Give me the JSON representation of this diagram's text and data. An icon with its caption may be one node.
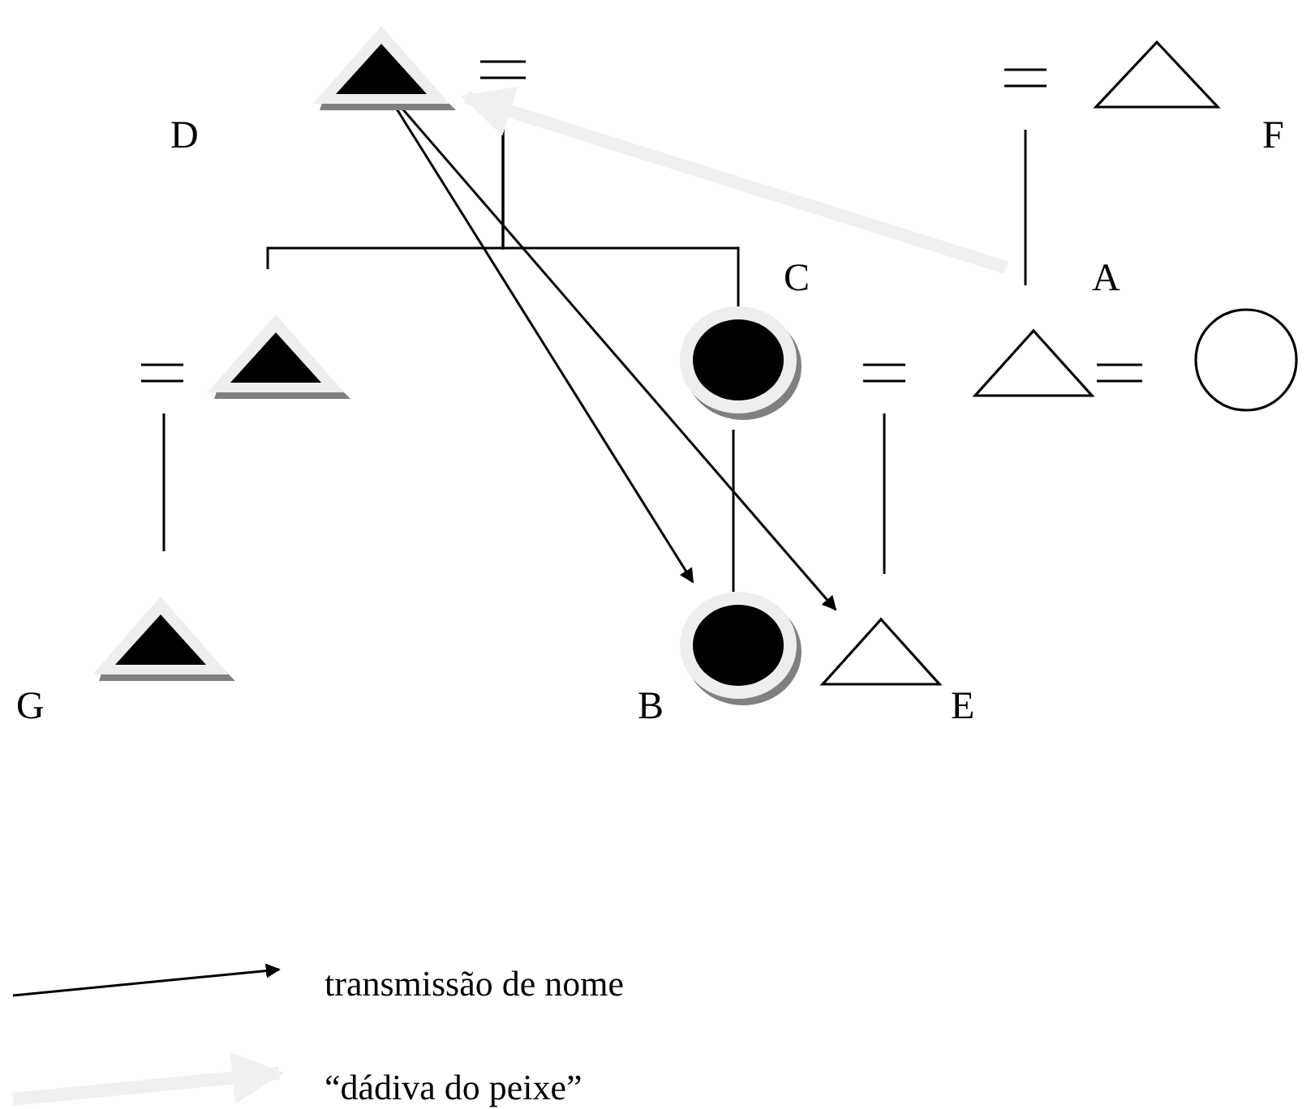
{
  "diagram": {
    "nodes": [
      {
        "text": [],
        "shape": "filled-triangle",
        "beside": [
          "D"
        ]
      },
      {
        "text": [],
        "shape": "triangle",
        "beside": [
          "F"
        ]
      },
      {
        "text": [],
        "shape": "filled-triangle"
      },
      {
        "text": [],
        "shape": "filled-circle",
        "beside": [
          "C"
        ]
      },
      {
        "text": [],
        "shape": "triangle",
        "beside": [
          "A"
        ]
      },
      {
        "text": [],
        "shape": "circle"
      },
      {
        "text": [],
        "shape": "filled-triangle",
        "beside": [
          "G"
        ]
      },
      {
        "text": [],
        "shape": "filled-circle",
        "beside": [
          "B"
        ]
      },
      {
        "text": [],
        "shape": "triangle",
        "beside": [
          "E"
        ]
      }
    ],
    "edges": [
      {
        "from": 0,
        "to": 2,
        "arrow": "none"
      },
      {
        "from": 0,
        "to": 3,
        "arrow": "none"
      },
      {
        "from": 1,
        "to": 4,
        "arrow": "none"
      },
      {
        "from": 2,
        "to": 6,
        "arrow": "none"
      },
      {
        "from": 3,
        "to": 7,
        "arrow": "none"
      },
      {
        "from": 3,
        "to": 8,
        "arrow": "none"
      },
      {
        "from": 0,
        "to": 7,
        "arrow": "to"
      },
      {
        "from": 0,
        "to": 8,
        "arrow": "to"
      },
      {
        "from": 4,
        "to": 0,
        "arrow": "to",
        "style": "thick",
        "color": "#f0f0f0"
      }
    ],
    "legend": [
      {
        "text": "transmissão de nome"
      },
      {
        "text": "“dádiva do peixe”"
      }
    ]
  }
}
